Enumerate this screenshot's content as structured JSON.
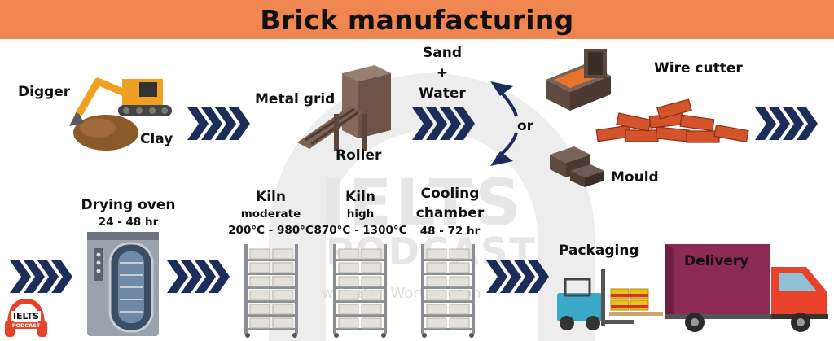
{
  "title": "Brick manufacturing",
  "watermark": {
    "brand": "IELTS",
    "brand2": "PODCAST",
    "tagline": "with Ben Worthington"
  },
  "row1": {
    "digger": "Digger",
    "clay": "Clay",
    "metal_grid": "Metal grid",
    "roller": "Roller",
    "sand": "Sand",
    "plus": "+",
    "water": "Water",
    "or": "or",
    "wire_cutter": "Wire cutter",
    "mould": "Mould"
  },
  "row2": {
    "drying_oven": "Drying oven",
    "drying_time": "24 - 48 hr",
    "kiln1_title": "Kiln",
    "kiln1_level": "moderate",
    "kiln1_temp": "200°C - 980°C",
    "kiln2_title": "Kiln",
    "kiln2_level": "high",
    "kiln2_temp": "870°C - 1300°C",
    "cooling_line1": "Cooling",
    "cooling_line2": "chamber",
    "cooling_time": "48 - 72 hr",
    "packaging": "Packaging",
    "delivery": "Delivery"
  },
  "logo": {
    "line1": "IELTS",
    "line2": "PODCAST"
  },
  "colors": {
    "title_bar": "#f0864f",
    "arrow": "#1c2d5a",
    "brick": "#d4532b",
    "truck_box": "#8a2a55",
    "truck_cab": "#e8432a"
  }
}
